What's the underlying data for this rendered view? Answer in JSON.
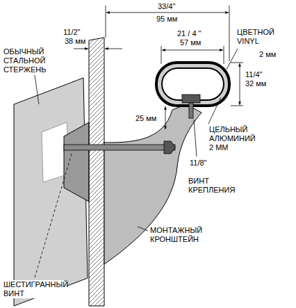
{
  "diagram": {
    "labels": [
      "33/4\"",
      "95 мм",
      "11/2\"",
      "38 мм",
      "21 / 4 \"",
      "57 мм",
      "ЦВЕТНОЙ VINYL",
      "2 мм",
      "11/4\"",
      "32 мм",
      "ОБЫЧНЫЙ СТАЛЬНОЙ СТЕРЖЕНЬ",
      "25 мм",
      "ЦЕЛЬНЫЙ АЛЮМИНИЙ 2 ММ",
      "11/8\"",
      "ВИНТ КРЕПЛЕНИЯ",
      "МОНТАЖНЫЙ КРОНШТЕЙН",
      "ШЕСТИГРАННЫЙ ВИНТ"
    ]
  }
}
